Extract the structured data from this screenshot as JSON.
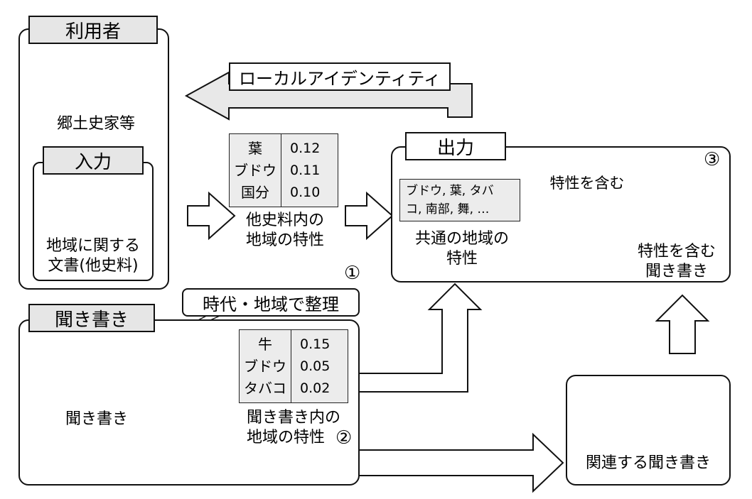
{
  "user_panel": {
    "title": "利用者",
    "user_caption": "郷土史家等",
    "input_tab": "入力",
    "input_caption_line1": "地域に関する",
    "input_caption_line2": "文書(他史料)"
  },
  "identity_arrow_label": "ローカルアイデンティティ",
  "doc_table": {
    "rows": [
      {
        "term": "葉",
        "score": "0.12"
      },
      {
        "term": "ブドウ",
        "score": "0.11"
      },
      {
        "term": "国分",
        "score": "0.10"
      }
    ],
    "caption_line1": "他史料内の",
    "caption_line2": "地域の特性"
  },
  "output_panel": {
    "title": "出力",
    "common_box_line1": "ブドウ, 葉, タバ",
    "common_box_line2": "コ, 南部, 舞, …",
    "common_caption_line1": "共通の地域の",
    "common_caption_line2": "特性",
    "arrow_label": "特性を含む",
    "result_caption_line1": "特性を含む",
    "result_caption_line2": "聞き書き",
    "step_number": "③"
  },
  "organize_callout": "時代・地域で整理",
  "step1": "①",
  "interview_panel": {
    "title": "聞き書き",
    "doc_caption": "聞き書き"
  },
  "interview_table": {
    "rows": [
      {
        "term": "牛",
        "score": "0.15"
      },
      {
        "term": "ブドウ",
        "score": "0.05"
      },
      {
        "term": "タバコ",
        "score": "0.02"
      }
    ],
    "caption_line1": "聞き書き内の",
    "caption_line2": "地域の特性",
    "step_number": "②"
  },
  "related_panel": {
    "caption": "関連する聞き書き"
  }
}
